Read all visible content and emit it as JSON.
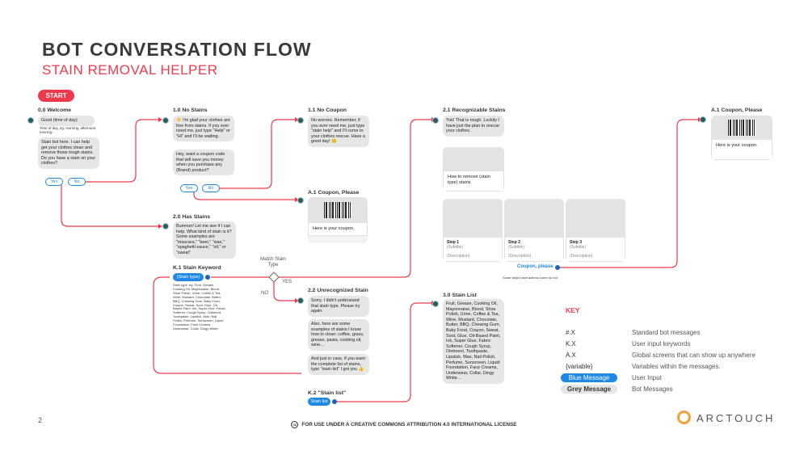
{
  "header": {
    "title": "BOT CONVERSATION FLOW",
    "subtitle": "STAIN REMOVAL HELPER"
  },
  "start_label": "START",
  "nodes": {
    "welcome": {
      "title": "0.0 Welcome",
      "b1": "Good (time of day)",
      "note": "Time of day, eg. morning, afternoon, evening",
      "b2": "Stain bot here. I can help get your clothes clean and remove those tough stains. Do you have a stain on your clothes?",
      "yes": "Yes",
      "no": "No"
    },
    "no_stains": {
      "title": "1.0 No Stains",
      "b1": "☀️ I'm glad your clothes are free from stains. If you ever need me, just type \"Help\" or \"Hi\" and I'll be waiting.",
      "b2": "Hey, want a coupon code that will save you money when you purchase any (Brand) product?",
      "yes": "Yes",
      "no": "No"
    },
    "no_coupon": {
      "title": "1.1 No Coupon",
      "b1": "No worries. Remember, if you ever need me, just type \"stain help\" and I'll come to your clothes rescue. Have a good day! 😊"
    },
    "coupon_a1_mid": {
      "title": "A.1 Coupon, Please",
      "text": "Here is your coupon."
    },
    "has_stains": {
      "title": "2.0 Has Stains",
      "b1": "Bummer! Let me see if I can help. What  kind of stain is it? Some examples are \"mascara,\" \"beer,\" \"wax,\" \"spaghetti sauce,\" \"oil,\" or \"sweat\""
    },
    "stain_keyword": {
      "title": "K.1 Stain Keyword",
      "pill": "(Stain type)",
      "list": "Stain type: eg. Fruit, Grease, Cooking Oil, Mayonnaise, Blood, Shoe Polish, Urine, Coffee & Tea, Wine, Mustard, Chocolate, Butter, BBQ, Chewing Gum, Baby Food, Crayon, Sweat, Soot, Glue, Oil-Based Paint, Ink, Super Glue, Fabric Softener, Cough Syrup, Ointment, Toothpaste, Lipstick, Wax, Nail Polish, Perfume, Sunscreen, Liquid Foundation, Face Creams, Underwear, Collar, Dingy White."
    },
    "decision": {
      "label": "Match Stain Type",
      "yes": "YES",
      "no": "NO"
    },
    "recognizable": {
      "title": "2.1 Recognizable Stains",
      "b1": "Yuk! That is rough. Luckily I have just the plan to rescue your clothes.",
      "card_text": "How to remove (stain type) stains"
    },
    "carousel": {
      "items": [
        {
          "step": "Step 1",
          "sub": "(Subtitle)",
          "desc": "(Description)"
        },
        {
          "step": "Step 2",
          "sub": "(Subtitle)",
          "desc": "(Description)"
        },
        {
          "step": "Step 3",
          "sub": "(Subtitle)",
          "desc": "(Description)"
        }
      ],
      "button": "Coupon, please",
      "note": "Some steps have actions some do not."
    },
    "coupon_a1_right": {
      "title": "A.1 Coupon, Please",
      "text": "Here is your coupon."
    },
    "unrecognized": {
      "title": "2.2 Unrecognized Stain",
      "b1": "Sorry. I didn't understand that stain type. Please try again.",
      "b2": "Also, here are some examples of stains I know how to clean: coffee, grass, grease, pasta, cooking oil, wine…",
      "b3": "And just in case, if you want the complete list of stains, type \"stain list\" I got you 👍"
    },
    "stain_list_kw": {
      "title": "K.2 \"Stain list\"",
      "pill": "Stain list"
    },
    "stain_list": {
      "title": "3.0 Stain List",
      "b1": "Fruit, Grease, Cooking Oil, Mayonnaise, Blood, Shoe Polish, Urine, Coffee & Tea, Wine, Mustard, Chocolate, Butter, BBQ, Chewing Gum, Baby Food, Crayon, Sweat, Soot, Glue, Oil-Based Paint, Ink, Super Glue, Fabric Softener, Cough Syrup, Ointment, Toothpaste, Lipstick, Wax, Nail Polish, Perfume, Sunscreen, Liquid Foundation, Face Creams, Underwear, Collar, Dingy White…"
    }
  },
  "key": {
    "title": "KEY",
    "rows": [
      {
        "code": "#.X",
        "desc": "Standard bot messages"
      },
      {
        "code": "K.X",
        "desc": "User input keywords"
      },
      {
        "code": "A.X",
        "desc": "Global screens that can show up anywhere"
      },
      {
        "code": "{variable}",
        "desc": "Variables within the messages."
      },
      {
        "code": "Blue Message",
        "desc": "User Input"
      },
      {
        "code": "Grey Message",
        "desc": "Bot Messages"
      }
    ]
  },
  "footer": {
    "page": "2",
    "license": "FOR USE UNDER A CREATIVE COMMONS ATTRIBUTION 4.0 INTERNATIONAL LICENSE",
    "cc": "cc",
    "logo": "ARCTOUCH"
  },
  "colors": {
    "accent": "#ee3a4c",
    "user_blue": "#1e88e5",
    "bot_grey": "#e6e6e6",
    "avatar": "#2a5b5e"
  }
}
